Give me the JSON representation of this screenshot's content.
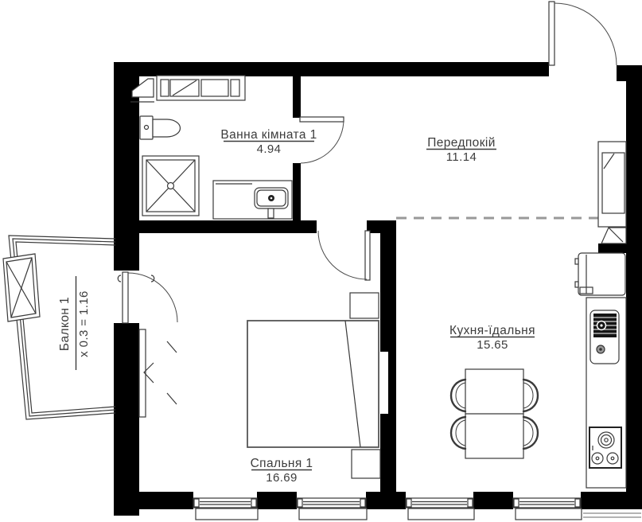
{
  "plan": {
    "type": "apartment-floor-plan",
    "rooms": [
      {
        "id": "bathroom",
        "name": "Ванна кімната 1",
        "area": "4.94"
      },
      {
        "id": "hallway",
        "name": "Передпокій",
        "area": "11.14"
      },
      {
        "id": "kitchen",
        "name": "Кухня-їдальня",
        "area": "15.65"
      },
      {
        "id": "bedroom",
        "name": "Спальня 1",
        "area": "16.69"
      },
      {
        "id": "balcony",
        "name": "Балкон 1",
        "area_formula": "x 0.3 = 1.16"
      }
    ],
    "fixtures": [
      "washing-machine",
      "toilet",
      "shower",
      "sink-vanity",
      "tall-cabinet",
      "fridge",
      "kitchen-sink",
      "stove",
      "dining-table",
      "chairs",
      "bed",
      "nightstands",
      "wardrobe",
      "air-conditioner",
      "balcony-glazing",
      "windows"
    ],
    "colors": {
      "wall": "#000000",
      "line": "#3a3a3a",
      "text": "#3c3c3c",
      "background": "#ffffff",
      "dashed_divider": "#999999"
    }
  }
}
